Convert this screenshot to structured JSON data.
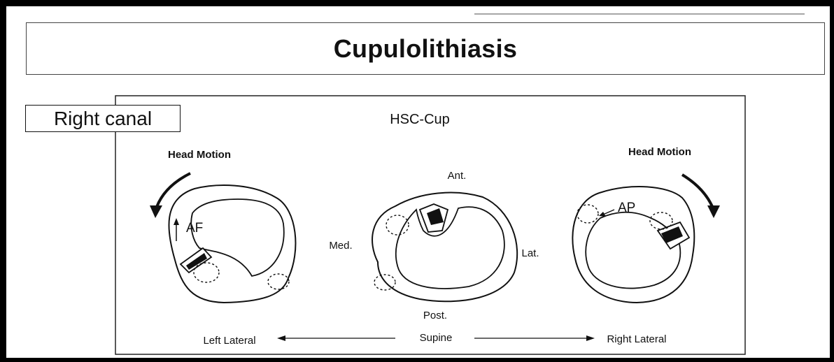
{
  "title": "Cupulolithiasis",
  "canal_label": "Right canal",
  "diagram": {
    "heading": "HSC-Cup",
    "left": {
      "motion_label": "Head Motion",
      "fiber_label": "AF"
    },
    "center": {
      "top_label": "Ant.",
      "bottom_label": "Post.",
      "left_label": "Med.",
      "right_label": "Lat."
    },
    "right": {
      "motion_label": "Head Motion",
      "fiber_label": "AP"
    },
    "positions": {
      "left": "Left Lateral",
      "center": "Supine",
      "right": "Right Lateral"
    }
  }
}
